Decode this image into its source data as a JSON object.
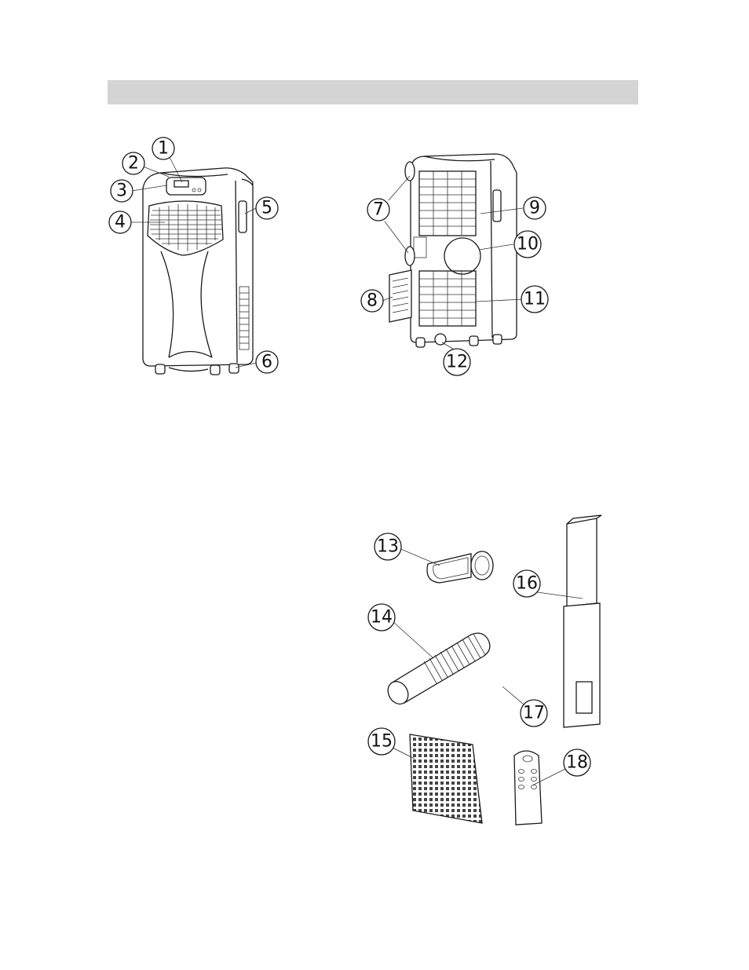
{
  "header": {
    "title": ""
  },
  "callouts": [
    "1",
    "2",
    "3",
    "4",
    "5",
    "6",
    "7",
    "8",
    "9",
    "10",
    "11",
    "12",
    "13",
    "14",
    "15",
    "16",
    "17",
    "18"
  ],
  "colors": {
    "header_bar": "#d4d4d4",
    "line": "#1a1a1a",
    "background": "#ffffff"
  },
  "figures": {
    "front_unit": "front-view-unit",
    "rear_unit": "rear-view-unit",
    "accessories": [
      "window-adapter",
      "exhaust-hose",
      "filter-screen",
      "window-slider-kit",
      "drain-hose",
      "remote-control"
    ]
  }
}
